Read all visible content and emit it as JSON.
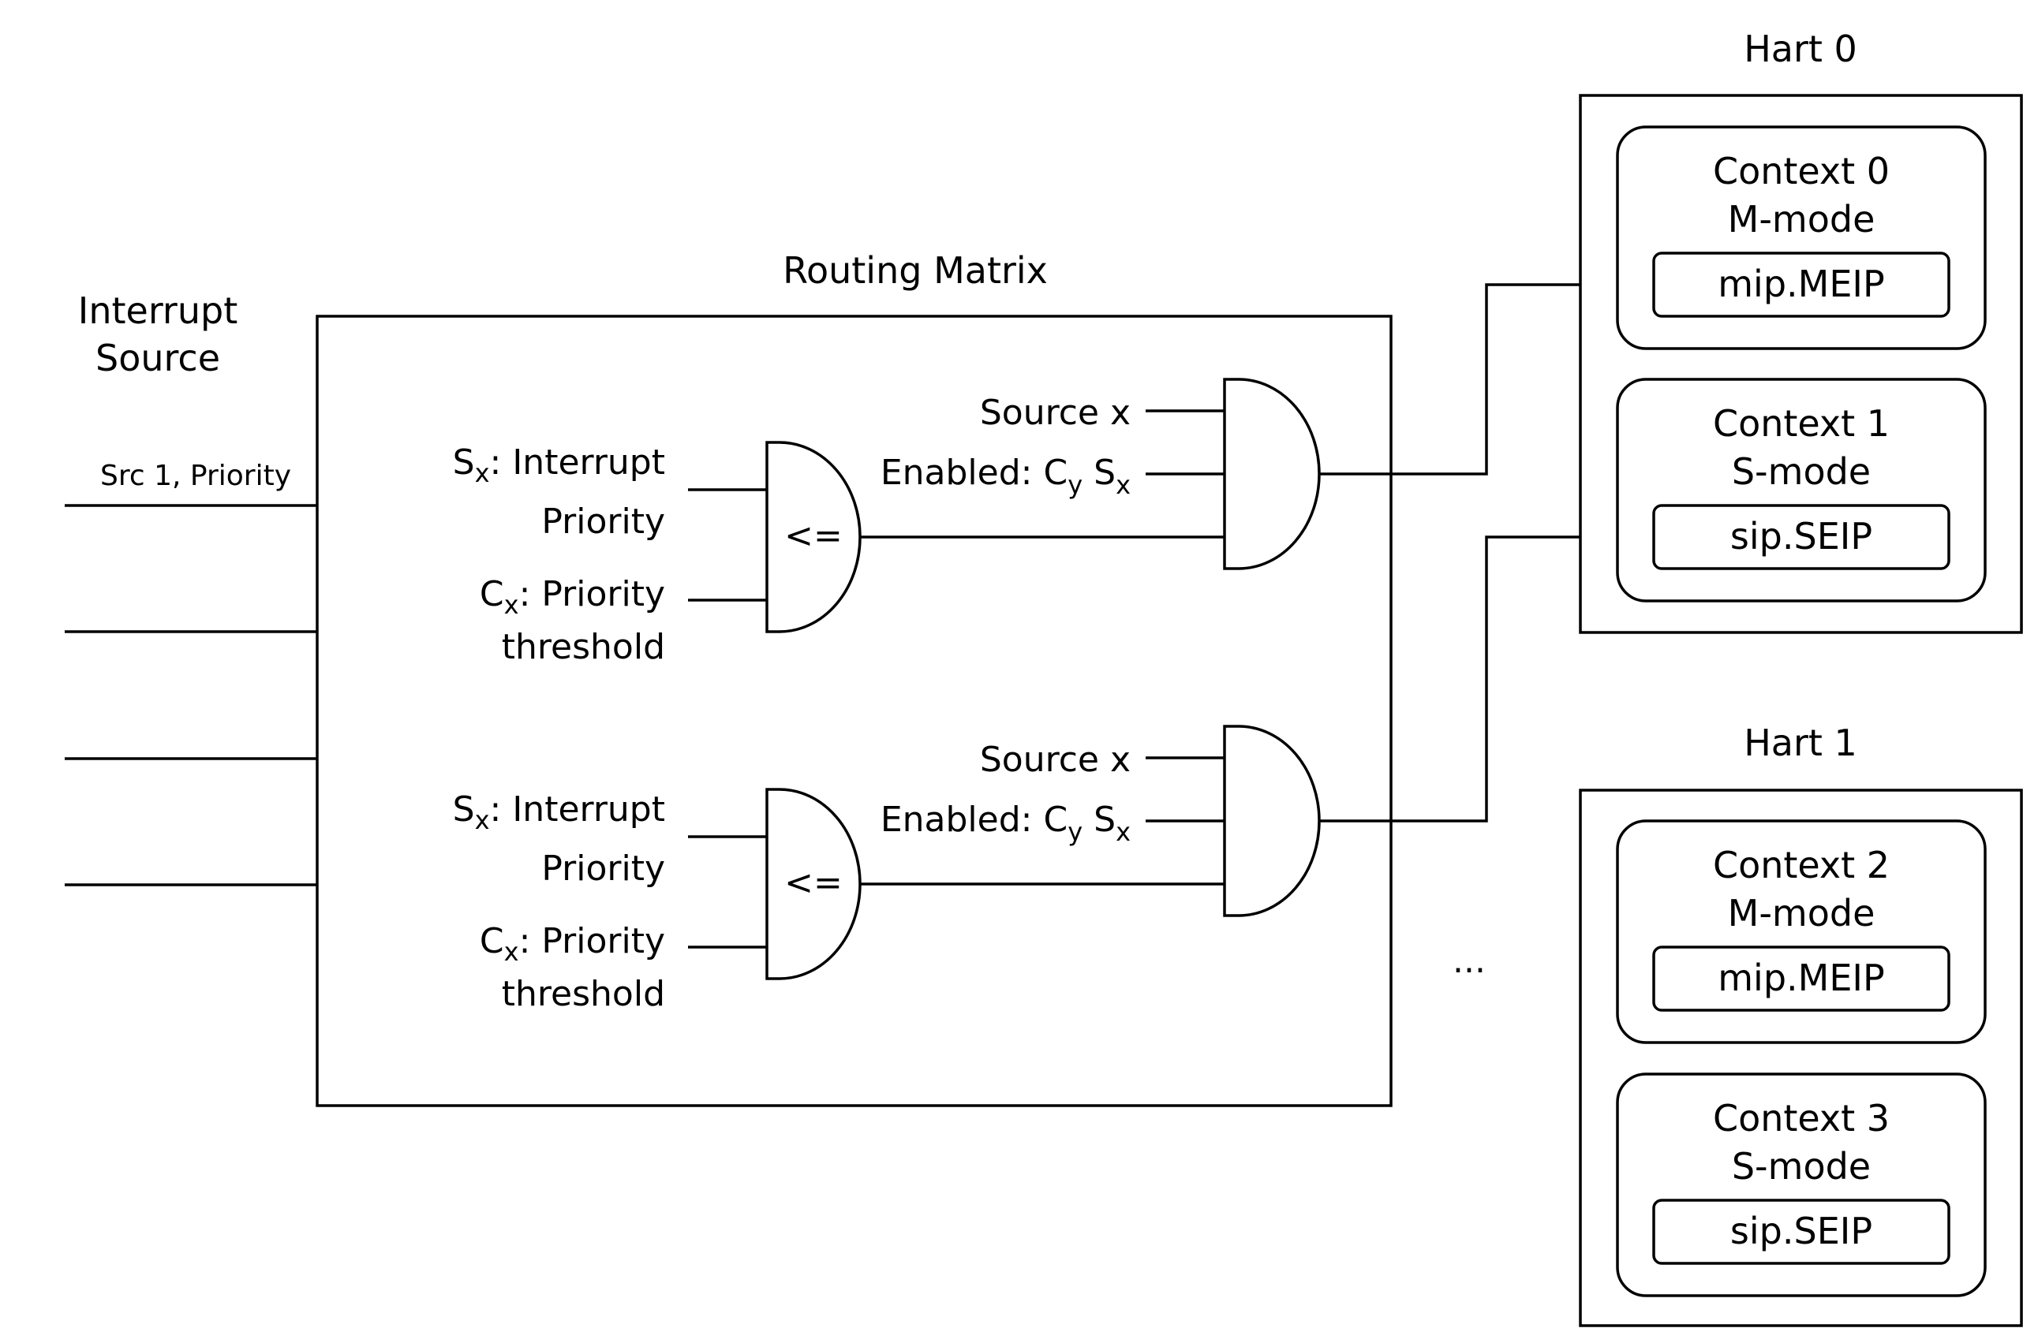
{
  "source": {
    "title_line1": "Interrupt",
    "title_line2": "Source",
    "src1_label": "Src 1, Priority"
  },
  "matrix": {
    "title": "Routing Matrix",
    "ellipsis": "...",
    "units": [
      {
        "sx_prefix": "S",
        "sx_sub": "x",
        "sx_label": ": Interrupt",
        "sx_label2": "Priority",
        "cx_prefix": "C",
        "cx_sub": "x",
        "cx_label": ": Priority",
        "cx_label2": "threshold",
        "compare_op": "<=",
        "source_label": "Source x",
        "enabled_label": "Enabled: ",
        "enabled_c": "C",
        "enabled_c_sub": "y",
        "enabled_s": " S",
        "enabled_s_sub": "x"
      },
      {
        "sx_prefix": "S",
        "sx_sub": "x",
        "sx_label": ": Interrupt",
        "sx_label2": "Priority",
        "cx_prefix": "C",
        "cx_sub": "x",
        "cx_label": ": Priority",
        "cx_label2": "threshold",
        "compare_op": "<=",
        "source_label": "Source x",
        "enabled_label": "Enabled: ",
        "enabled_c": "C",
        "enabled_c_sub": "y",
        "enabled_s": " S",
        "enabled_s_sub": "x"
      }
    ]
  },
  "harts": [
    {
      "title": "Hart 0",
      "contexts": [
        {
          "title": "Context 0",
          "mode": "M-mode",
          "register": "mip.MEIP"
        },
        {
          "title": "Context 1",
          "mode": "S-mode",
          "register": "sip.SEIP"
        }
      ]
    },
    {
      "title": "Hart 1",
      "contexts": [
        {
          "title": "Context 2",
          "mode": "M-mode",
          "register": "mip.MEIP"
        },
        {
          "title": "Context 3",
          "mode": "S-mode",
          "register": "sip.SEIP"
        }
      ]
    }
  ]
}
